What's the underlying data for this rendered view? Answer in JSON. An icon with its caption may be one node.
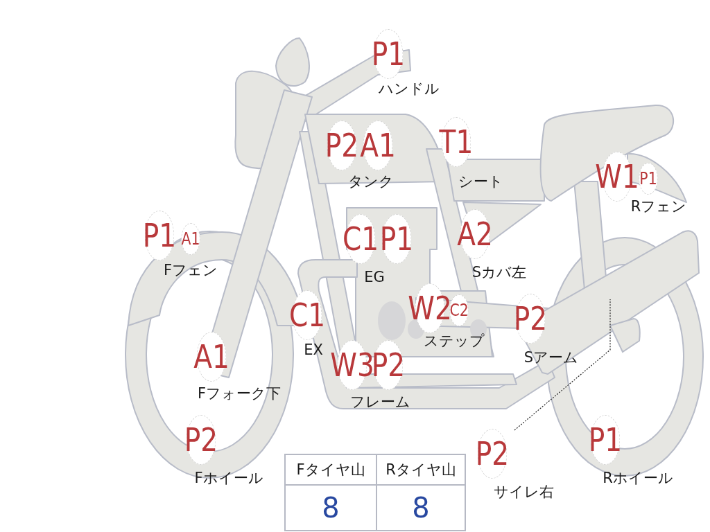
{
  "diagram": {
    "nodes": [
      {
        "text": [
          "P1"
        ]
      },
      {
        "text": [
          "P2"
        ]
      },
      {
        "text": [
          "A1"
        ]
      },
      {
        "text": [
          "T1"
        ]
      },
      {
        "text": [
          "W1"
        ]
      },
      {
        "text": [
          "P1"
        ]
      },
      {
        "text": [
          "P1"
        ]
      },
      {
        "text": [
          "A1"
        ]
      },
      {
        "text": [
          "C1"
        ]
      },
      {
        "text": [
          "P1"
        ]
      },
      {
        "text": [
          "A2"
        ]
      },
      {
        "text": [
          "C1"
        ]
      },
      {
        "text": [
          "W2"
        ]
      },
      {
        "text": [
          "C2"
        ]
      },
      {
        "text": [
          "P2"
        ]
      },
      {
        "text": [
          "A1"
        ]
      },
      {
        "text": [
          "W3"
        ]
      },
      {
        "text": [
          "P2"
        ]
      },
      {
        "text": [
          "P2"
        ]
      },
      {
        "text": [
          "P2"
        ]
      },
      {
        "text": [
          "P1"
        ]
      },
      {
        "text": [],
        "shape": "bar"
      }
    ],
    "edges": [
      {
        "from": 19,
        "to": 21,
        "arrow": "none",
        "style": "dashed"
      }
    ],
    "labels": [
      "ハンドル",
      "タンク",
      "シート",
      "Rフェン",
      "Fフェン",
      "EG",
      "Sカバ左",
      "EX",
      "ステップ",
      "Sアーム",
      "Fフォーク下",
      "フレーム",
      "Fホイール",
      "サイレ右",
      "Rホイール",
      "Fタイヤ山",
      "Rタイヤ山",
      "8",
      "8"
    ]
  }
}
